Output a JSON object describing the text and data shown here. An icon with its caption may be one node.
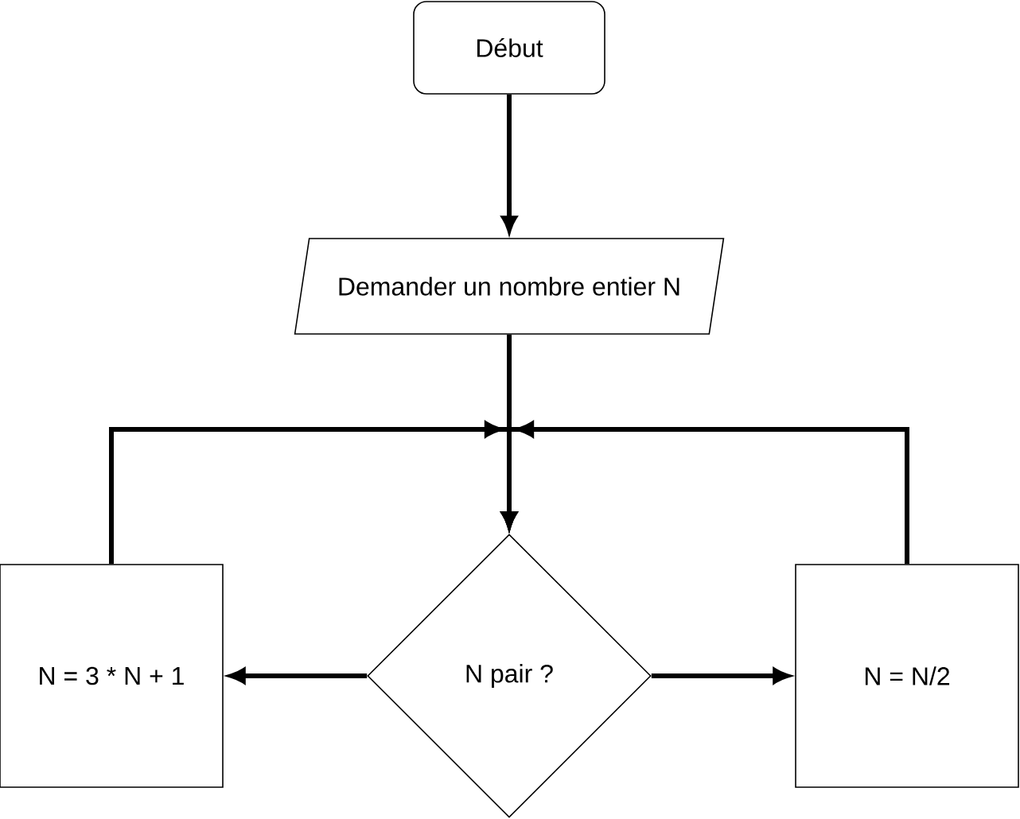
{
  "diagram": {
    "nodes": [
      {
        "text": [
          "Début"
        ]
      },
      {
        "text": [
          "Demander un nombre entier N"
        ]
      },
      {
        "text": [
          "N pair ?"
        ]
      },
      {
        "text": [
          "N = 3 * N + 1"
        ]
      },
      {
        "text": [
          "N = N/2"
        ]
      }
    ],
    "edges": [
      {
        "from": 0,
        "to": 1,
        "arrow": "to"
      },
      {
        "from": 1,
        "to": 2,
        "arrow": "to"
      },
      {
        "from": 2,
        "to": 3,
        "arrow": "to"
      },
      {
        "from": 2,
        "to": 4,
        "arrow": "to"
      },
      {
        "from": 3,
        "to": 2,
        "arrow": "to"
      },
      {
        "from": 4,
        "to": 2,
        "arrow": "to"
      }
    ]
  }
}
